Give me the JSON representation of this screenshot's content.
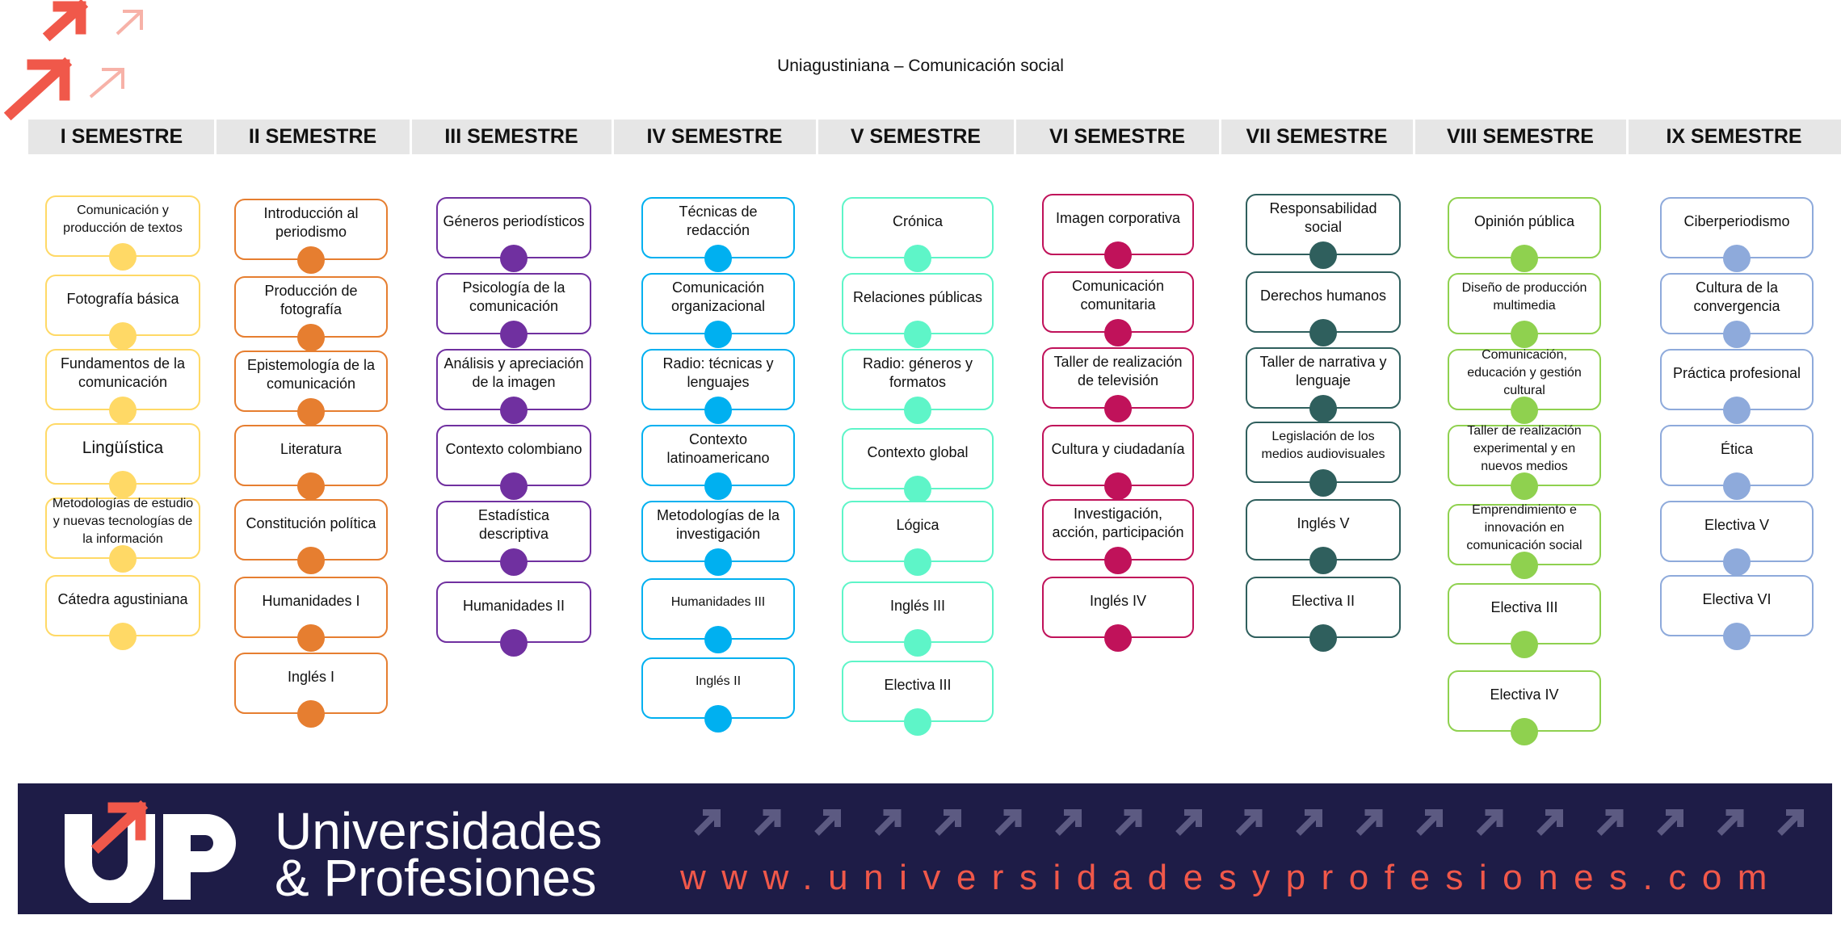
{
  "title": "Uniagustiniana – Comunicación social",
  "colors": {
    "header_bg": "#e6e6e6",
    "footer_bg": "#1e1c47",
    "url_color": "#f0584a",
    "corner_logo": "#f0584a"
  },
  "semesters": [
    {
      "label": "I SEMESTRE",
      "color": "#ffd966",
      "courses": [
        "Comunicación y producción de textos",
        "Fotografía básica",
        "Fundamentos de la comunicación",
        "Lingüística",
        "Metodologías de estudio y nuevas tecnologías de la información",
        "Cátedra agustiniana"
      ]
    },
    {
      "label": "II SEMESTRE",
      "color": "#e67e30",
      "courses": [
        "Introducción al periodismo",
        "Producción de fotografía",
        "Epistemología de la comunicación",
        "Literatura",
        "Constitución política",
        "Humanidades I",
        "Inglés I"
      ]
    },
    {
      "label": "III SEMESTRE",
      "color": "#7030a0",
      "courses": [
        "Géneros periodísticos",
        "Psicología de la comunicación",
        "Análisis y apreciación de la imagen",
        "Contexto colombiano",
        "Estadística descriptiva",
        "Humanidades II"
      ]
    },
    {
      "label": "IV SEMESTRE",
      "color": "#00b0f0",
      "courses": [
        "Técnicas de redacción",
        "Comunicación organizacional",
        "Radio: técnicas y lenguajes",
        "Contexto latinoamericano",
        "Metodologías de la investigación",
        "Humanidades III",
        "Inglés II"
      ]
    },
    {
      "label": "V SEMESTRE",
      "color": "#5ef5c8",
      "courses": [
        "Crónica",
        "Relaciones públicas",
        "Radio: géneros y formatos",
        "Contexto global",
        "Lógica",
        "Inglés III",
        "Electiva III"
      ]
    },
    {
      "label": "VI SEMESTRE",
      "color": "#c0125a",
      "courses": [
        "Imagen corporativa",
        "Comunicación comunitaria",
        "Taller de realización de televisión",
        "Cultura y ciudadanía",
        "Investigación, acción, participación",
        "Inglés IV"
      ]
    },
    {
      "label": "VII SEMESTRE",
      "color": "#2f5f5d",
      "courses": [
        "Responsabilidad social",
        "Derechos humanos",
        "Taller de narrativa y lenguaje",
        "Legislación de los medios audiovisuales",
        "Inglés V",
        "Electiva II"
      ]
    },
    {
      "label": "VIII SEMESTRE",
      "color": "#8fd14f",
      "courses": [
        "Opinión pública",
        "Diseño de producción multimedia",
        "Comunicación, educación y gestión cultural",
        "Taller de realización experimental y en nuevos medios",
        "Emprendimiento e innovación en comunicación social",
        "Electiva III",
        "Electiva IV"
      ]
    },
    {
      "label": "IX SEMESTRE",
      "color": "#8eaadb",
      "courses": [
        "Ciberperiodismo",
        "Cultura de la convergencia",
        "Práctica profesional",
        "Ética",
        "Electiva V",
        "Electiva VI"
      ]
    }
  ],
  "footer": {
    "brand_line1": "Universidades",
    "brand_line2": "& Profesiones",
    "url": "www.universidadesyprofesiones.com"
  }
}
